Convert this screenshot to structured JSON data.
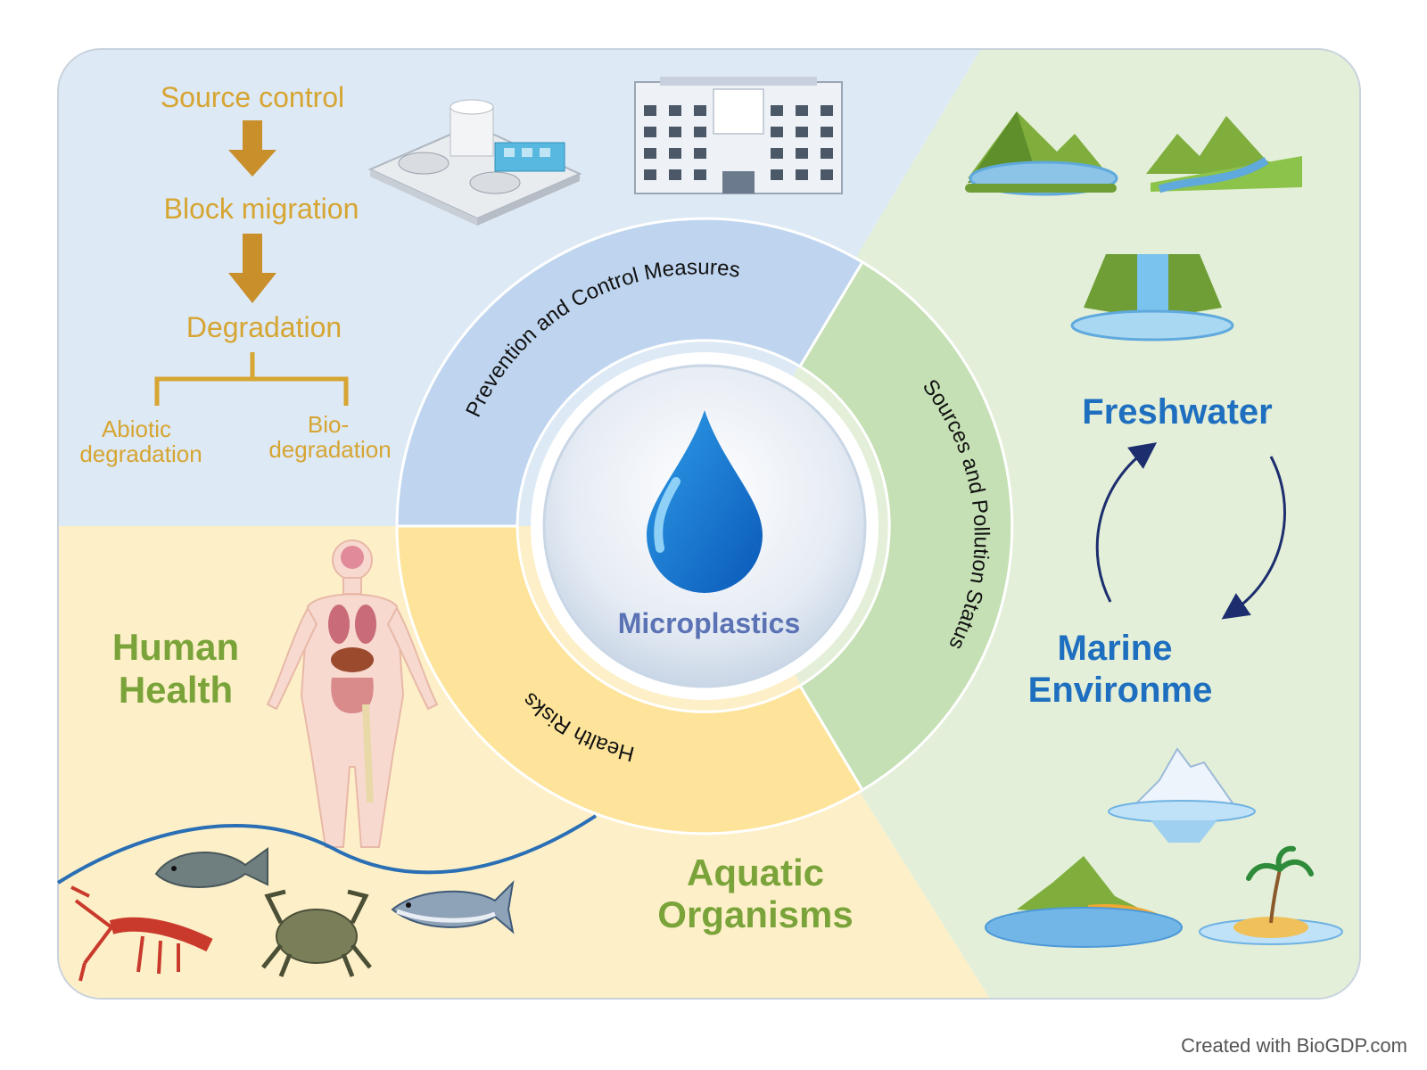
{
  "colors": {
    "prevention_bg": "#dde9f5",
    "health_bg": "#fdf0c8",
    "sources_bg": "#e4efd9",
    "prevention_ring": "#bfd5ef",
    "sources_ring": "#c5e0b4",
    "health_ring": "#fde49a",
    "gold_text": "#d6a532",
    "gold_arrow": "#c98f2a",
    "green_text": "#7aa33a",
    "blue_text": "#1e6fbf"
  },
  "ring": {
    "prevention": "Prevention and Control Measures",
    "sources": "Sources and Pollution Status",
    "health": "Health Risks"
  },
  "center": {
    "label": "Microplastics"
  },
  "prevention_flow": {
    "step1": "Source control",
    "step2": "Block migration",
    "step3": "Degradation",
    "branch_left_l1": "Abiotic",
    "branch_left_l2": "degradation",
    "branch_right_l1": "Bio-",
    "branch_right_l2": "degradation"
  },
  "environment": {
    "freshwater": "Freshwater",
    "marine_l1": "Marine",
    "marine_l2": "Environme"
  },
  "health_section": {
    "human_l1": "Human",
    "human_l2": "Health",
    "aquatic_l1": "Aquatic",
    "aquatic_l2": "Organisms"
  },
  "footer": {
    "credit": "Created with BioGDP.com"
  }
}
